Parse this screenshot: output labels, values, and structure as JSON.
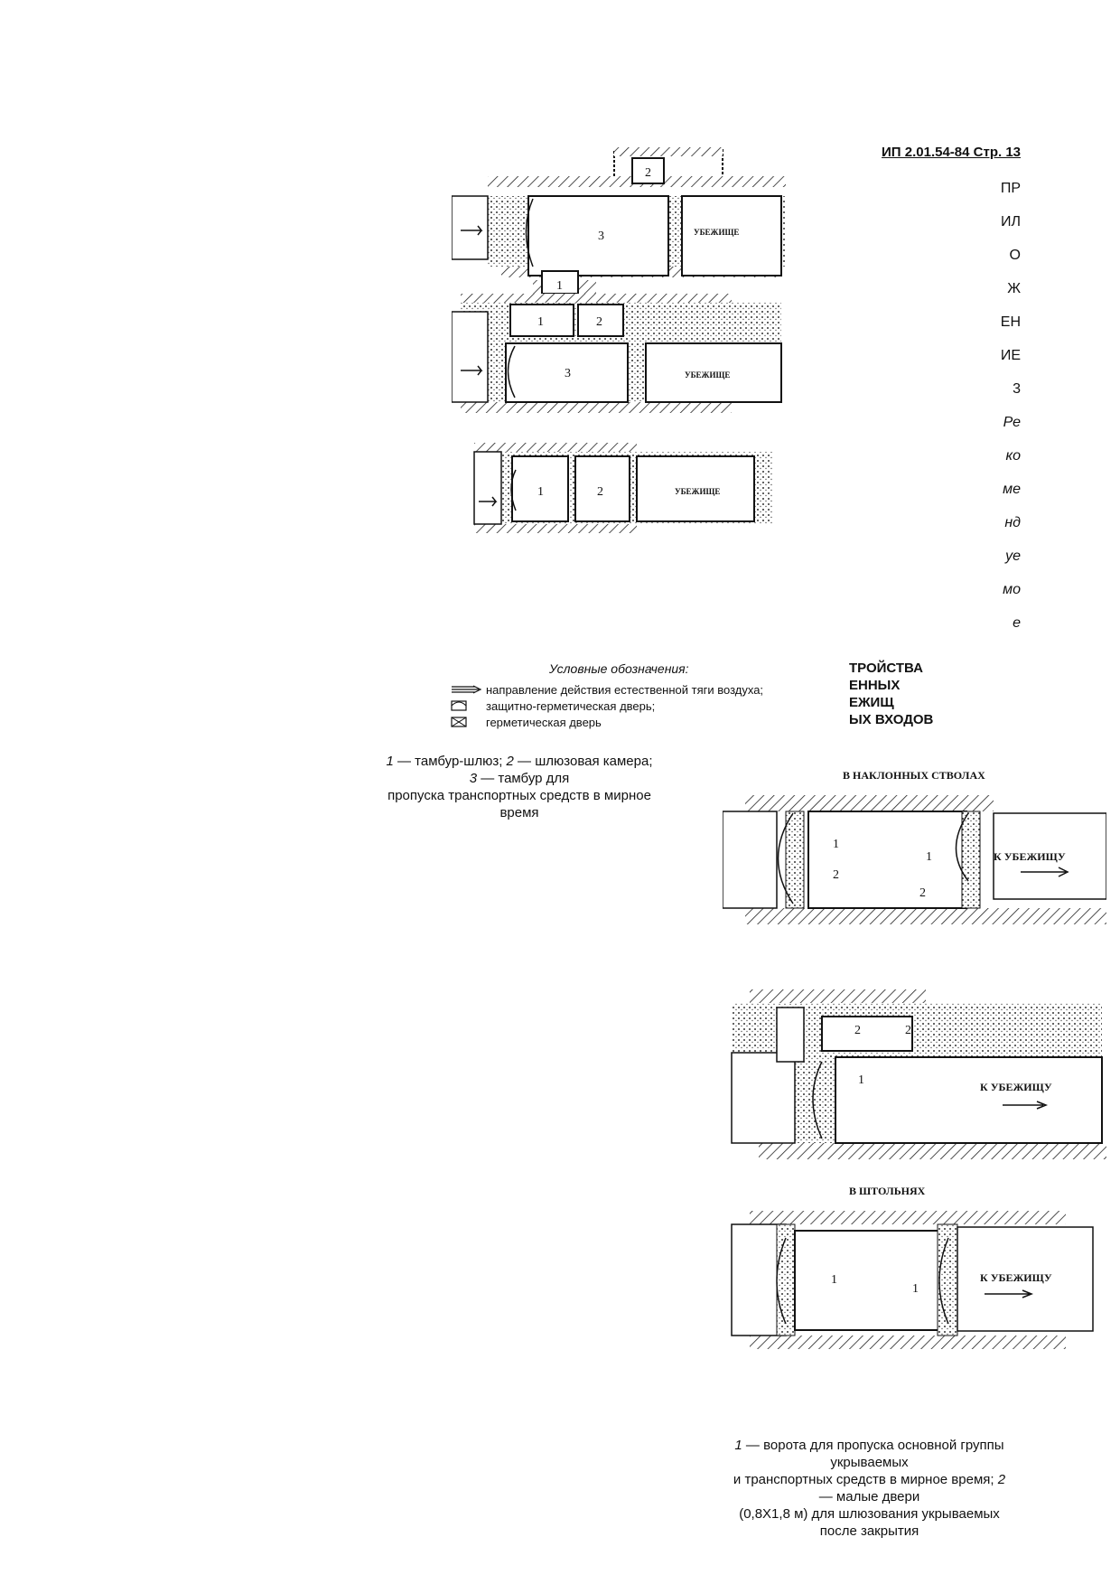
{
  "header": {
    "code": "ИП 2.01.54-84 Стр. 13"
  },
  "vertical_title": [
    {
      "t": "ПР",
      "it": false
    },
    {
      "t": "ИЛ",
      "it": false
    },
    {
      "t": "О",
      "it": false
    },
    {
      "t": "Ж",
      "it": false
    },
    {
      "t": "ЕН",
      "it": false
    },
    {
      "t": "ИЕ",
      "it": false
    },
    {
      "t": "3",
      "it": false
    },
    {
      "t": "Ре",
      "it": true
    },
    {
      "t": "ко",
      "it": true
    },
    {
      "t": "ме",
      "it": true
    },
    {
      "t": "нд",
      "it": true
    },
    {
      "t": "уе",
      "it": true
    },
    {
      "t": "мо",
      "it": true
    },
    {
      "t": "е",
      "it": true
    }
  ],
  "section_heading": [
    "ТРОЙСТВА",
    "ЕННЫХ",
    "ЕЖИЩ",
    "ЫХ ВХОДОВ"
  ],
  "left_plans": {
    "shelter_label": "УБЕЖИЩЕ",
    "room_1": "1",
    "room_2": "2",
    "room_3": "3"
  },
  "legend": {
    "title": "Условные обозначения:",
    "items": [
      "направление действия естественной тяги воздуха;",
      "защитно-герметическая дверь;",
      "герметическая дверь"
    ]
  },
  "left_caption": {
    "n1": "1",
    "t1": " — тамбур-шлюз; ",
    "n2": "2",
    "t2": " — шлюзовая камера;",
    "n3": "3",
    "t3": " — тамбур для",
    "line3": "пропуска транспортных средств в мирное",
    "line4": "время"
  },
  "right_plans": {
    "inclined_title": "В НАКЛОННЫХ СТВОЛАХ",
    "adit_title": "В ШТОЛЬНЯХ",
    "to_shelter": "К УБЕЖИЩУ",
    "door_1": "1",
    "door_2": "2"
  },
  "right_caption": {
    "n1": "1",
    "t1": " — ворота для пропуска основной группы",
    "line2": "укрываемых",
    "line3a": "и транспортных средств в мирное время; ",
    "n2": "2",
    "line4": "— малые двери",
    "line5": "(0,8Х1,8 м) для шлюзования укрываемых",
    "line6": "после закрытия"
  }
}
